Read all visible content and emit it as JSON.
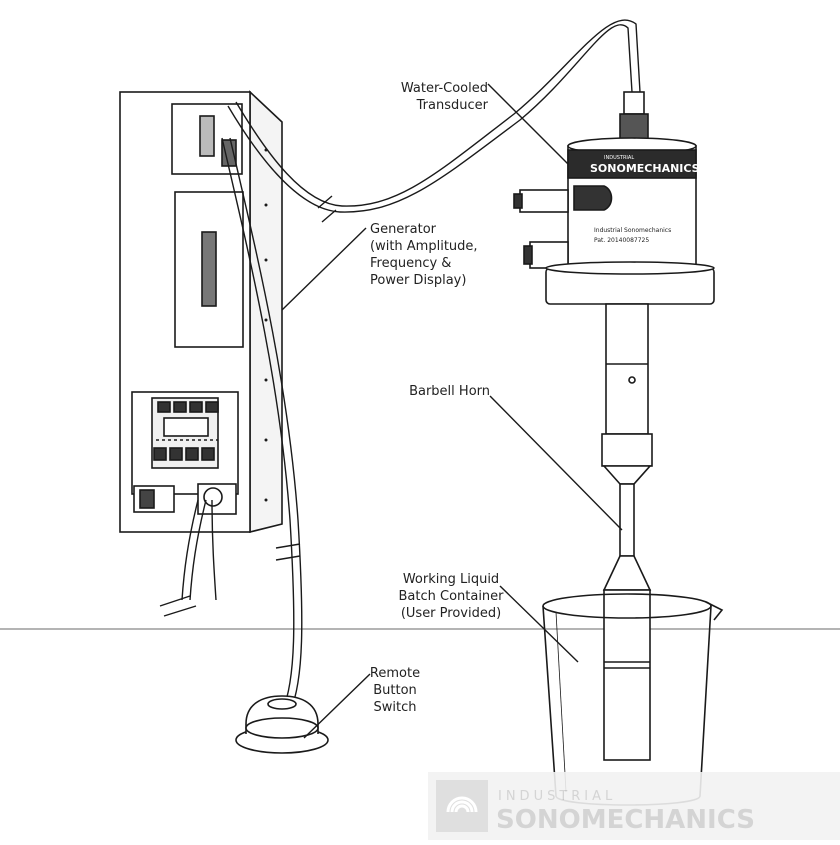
{
  "labels": {
    "transducer": [
      "Water-Cooled",
      "Transducer"
    ],
    "generator": [
      "Generator",
      "(with Amplitude,",
      "Frequency &",
      "Power Display)"
    ],
    "horn": [
      "Barbell Horn"
    ],
    "container": [
      "Working Liquid",
      "Batch Container",
      "(User Provided)"
    ],
    "remote": [
      "Remote",
      "Button",
      "Switch"
    ]
  },
  "device_text": {
    "brand_small": "INDUSTRIAL",
    "brand_large": "SONOMECHANICS",
    "plate_line1": "Industrial Sonomechanics",
    "plate_line2": "Pat. 20140087725"
  },
  "watermark": {
    "small": "INDUSTRIAL",
    "large": "SONOMECHANICS"
  },
  "colors": {
    "line": "#1a1a1a",
    "floor": "#888888",
    "watermark": "#d6d6d6",
    "transducer_band": "#2b2b2b"
  }
}
